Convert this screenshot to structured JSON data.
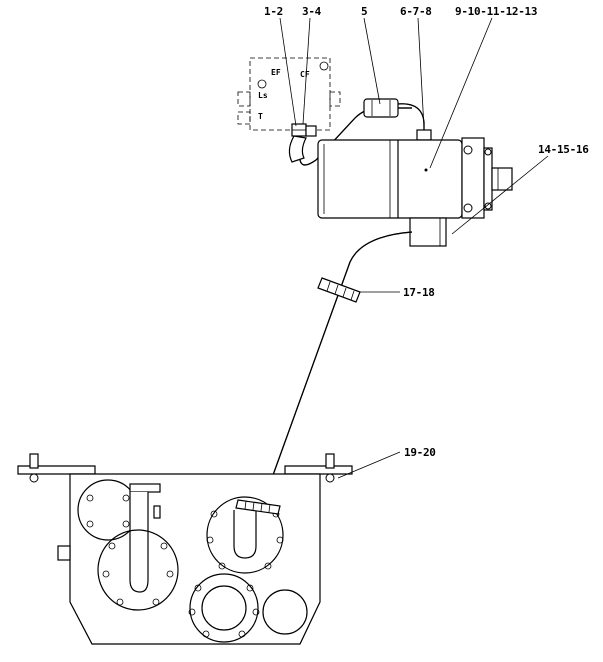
{
  "callouts": {
    "c1": "1-2",
    "c2": "3-4",
    "c3": "5",
    "c4": "6-7-8",
    "c5": "9-10-11-12-13",
    "c6": "14-15-16",
    "c7": "17-18",
    "c8": "19-20"
  },
  "valve_ports": {
    "ef": "EF",
    "cf": "CF",
    "ls": "Ls",
    "t": "T"
  },
  "colors": {
    "line": "#000000",
    "background": "#ffffff"
  }
}
